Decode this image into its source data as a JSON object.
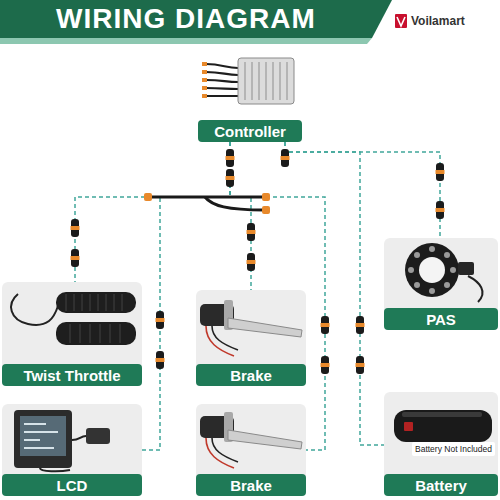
{
  "diagram": {
    "title": "WIRING DIAGRAM",
    "nodes": [
      {
        "text": [
          "Controller"
        ]
      },
      {
        "text": [
          "Twist Throttle"
        ]
      },
      {
        "text": [
          "Brake"
        ]
      },
      {
        "text": [
          "PAS"
        ]
      },
      {
        "text": [
          "LCD"
        ]
      },
      {
        "text": [
          "Brake"
        ]
      },
      {
        "text": [
          "Battery",
          "Battery Not Included"
        ]
      }
    ],
    "edges": [
      {
        "from": 0,
        "to": 1,
        "arrow": "none"
      },
      {
        "from": 0,
        "to": 2,
        "arrow": "none"
      },
      {
        "from": 0,
        "to": 3,
        "arrow": "none"
      },
      {
        "from": 0,
        "to": 4,
        "arrow": "none"
      },
      {
        "from": 0,
        "to": 5,
        "arrow": "none"
      },
      {
        "from": 0,
        "to": 6,
        "arrow": "none"
      }
    ],
    "labels": [
      "Voilamart"
    ]
  }
}
